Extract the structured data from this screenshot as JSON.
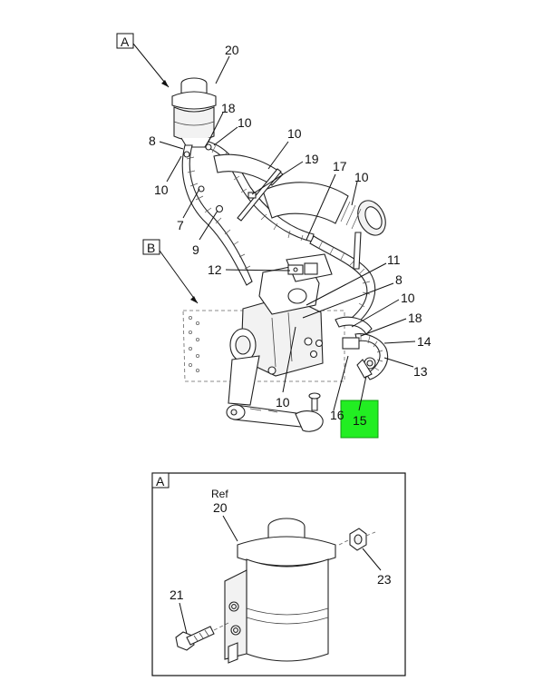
{
  "view_labels": {
    "a": "A",
    "b": "B"
  },
  "detail_view": {
    "label": "A",
    "ref_text": "Ref"
  },
  "highlight_color": "#22ee22",
  "callouts": {
    "c20_top": "20",
    "c18_top": "18",
    "c10_a": "10",
    "c8_top": "8",
    "c10_b": "10",
    "c10_left": "10",
    "c19": "19",
    "c17": "17",
    "c10_c": "10",
    "c7": "7",
    "c9": "9",
    "c11": "11",
    "c12": "12",
    "c8_right": "8",
    "c10_d": "10",
    "c18_right": "18",
    "c14": "14",
    "c13": "13",
    "c10_bottom": "10",
    "c16": "16",
    "c15": "15",
    "c20_detail": "20",
    "c21": "21",
    "c23": "23"
  }
}
